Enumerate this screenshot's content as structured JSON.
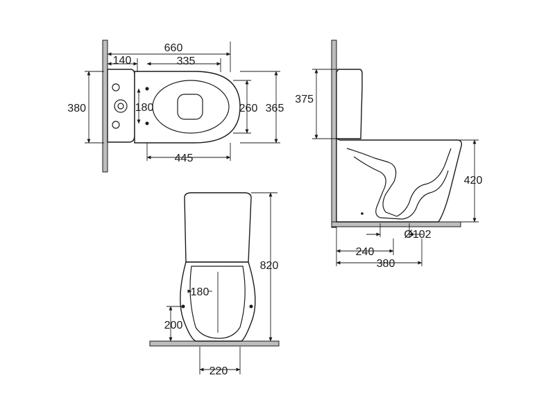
{
  "colors": {
    "line": "#1a1a1a",
    "wall": "#bdbdbd",
    "background": "#ffffff"
  },
  "views": {
    "top": {
      "dims": {
        "total_depth": "660",
        "cistern_depth": "140",
        "center_to_seat": "335",
        "total_width": "380",
        "fixing_spacing": "180",
        "seat_width": "260",
        "outer_width": "365",
        "pan_length": "445"
      }
    },
    "side": {
      "dims": {
        "cistern_height": "375",
        "pan_height": "420",
        "outlet_diameter": "Ø102",
        "outlet_distance": "240",
        "base_depth": "380"
      }
    },
    "front": {
      "dims": {
        "total_height": "820",
        "fixing_spacing": "180",
        "fixing_height": "200",
        "base_width": "220"
      }
    }
  }
}
